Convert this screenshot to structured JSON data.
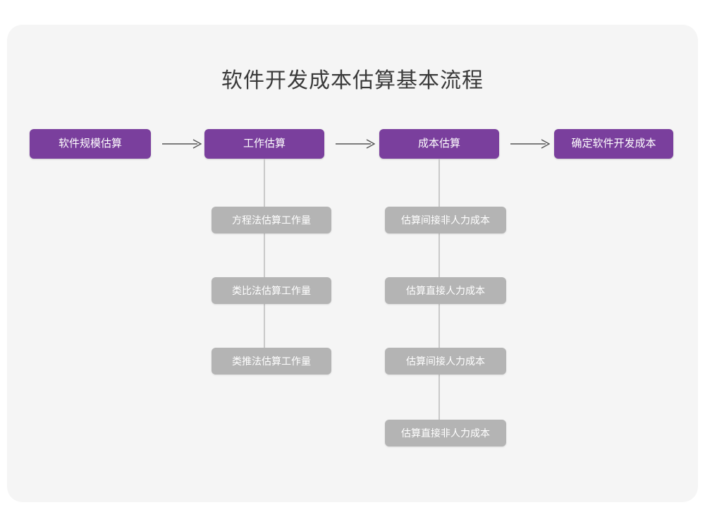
{
  "page": {
    "title": "软件开发成本估算基本流程",
    "background_color": "#ffffff",
    "card_color": "#f5f5f5",
    "accent_color": "#7a3f9d",
    "secondary_color": "#b4b4b4",
    "connector_color": "#c9c9c9",
    "title_color": "#3a3a3a"
  },
  "diagram": {
    "type": "flowchart",
    "stages": [
      {
        "label": "软件规模估算",
        "children": []
      },
      {
        "label": "工作估算",
        "children": [
          "方程法估算工作量",
          "类比法估算工作量",
          "类推法估算工作量"
        ]
      },
      {
        "label": "成本估算",
        "children": [
          "估算间接非人力成本",
          "估算直接人力成本",
          "估算间接人力成本",
          "估算直接非人力成本"
        ]
      },
      {
        "label": "确定软件开发成本",
        "children": []
      }
    ],
    "arrows": [
      {
        "from": "软件规模估算",
        "to": "工作估算",
        "glyph": "arrow-right-icon"
      },
      {
        "from": "工作估算",
        "to": "成本估算",
        "glyph": "arrow-right-icon"
      },
      {
        "from": "成本估算",
        "to": "确定软件开发成本",
        "glyph": "arrow-right-icon"
      }
    ]
  }
}
